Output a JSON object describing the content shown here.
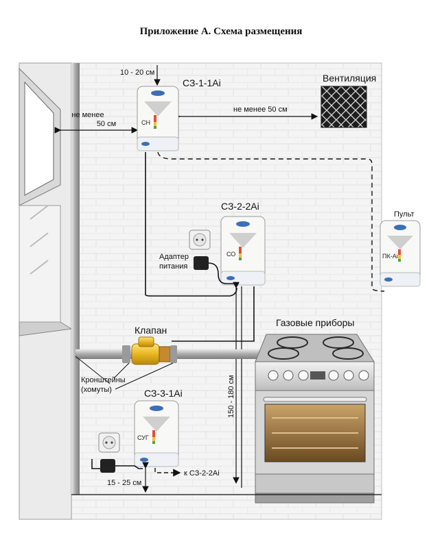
{
  "title": "Приложение А. Схема размещения",
  "labels": {
    "ceiling_gap": "10 - 20 см",
    "window_gap_line1": "не менее",
    "window_gap_line2": "50 см",
    "vent_gap": "не менее 50 см",
    "ventilation": "Вентиляция",
    "adapter_line1": "Адаптер",
    "adapter_line2": "питания",
    "valve": "Клапан",
    "gas_appliances": "Газовые приборы",
    "brackets_line1": "Кронштейны",
    "brackets_line2": "(хомуты)",
    "height_range": "150 - 180 см",
    "floor_gap": "15 - 25 см",
    "to_device": "к СЗ-2-2Ai",
    "remote": "Пульт"
  },
  "devices": {
    "d1": {
      "model": "СЗ-1-1Ai",
      "code": "СН"
    },
    "d2": {
      "model": "СЗ-2-2Ai",
      "code": "СО"
    },
    "d3": {
      "model": "СЗ-3-1Ai",
      "code": "СУГ"
    },
    "remote": {
      "code": "ПК-Ai"
    }
  },
  "colors": {
    "wall": "#f3f3f3",
    "brick": "#e0e0e0",
    "device": "#f7f7f5",
    "pipe": "#b9b9b9",
    "valve": "#f2c230",
    "vent": "#2a2a2a",
    "oven": "#cfcfcf"
  }
}
